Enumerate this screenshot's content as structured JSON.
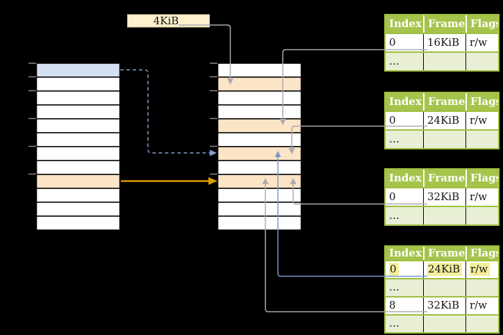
{
  "colors": {
    "green": "#9fbe3d",
    "green_header": "#a5c44c",
    "green_light": "#e8efd5",
    "hl_yellow": "#f5ee9c",
    "cream": "#fdf1ce",
    "cream_border": "#d9c89e",
    "mem_blue": "#d2e0f2",
    "mem_orange": "#fce4c7",
    "mem_white": "#ffffff",
    "arrow_gray": "#ababaf",
    "arrow_blue": "#7b99c8",
    "arrow_blue_dashed": "#84a1d1",
    "arrow_orange": "#dd9d00",
    "tick_gray": "#8a8a8a",
    "row_border": "#000000"
  },
  "size_label": {
    "text": "4KiB"
  },
  "memory": {
    "left_rows": [
      "blue",
      "",
      "",
      "",
      "",
      "",
      "",
      "",
      "orange",
      "",
      "",
      ""
    ],
    "middle_rows": [
      "",
      "orange",
      "",
      "",
      "orange",
      "",
      "orange",
      "",
      "orange",
      "",
      "",
      ""
    ]
  },
  "page_tables": [
    {
      "headers": [
        "Index",
        "Frame",
        "Flags"
      ],
      "rows": [
        {
          "index": "0",
          "frame": "16KiB",
          "flags": "r/w"
        },
        {
          "index": "…",
          "frame": "",
          "flags": ""
        }
      ]
    },
    {
      "headers": [
        "Index",
        "Frame",
        "Flags"
      ],
      "rows": [
        {
          "index": "0",
          "frame": "24KiB",
          "flags": "r/w"
        },
        {
          "index": "…",
          "frame": "",
          "flags": ""
        }
      ]
    },
    {
      "headers": [
        "Index",
        "Frame",
        "Flags"
      ],
      "rows": [
        {
          "index": "0",
          "frame": "32KiB",
          "flags": "r/w"
        },
        {
          "index": "…",
          "frame": "",
          "flags": ""
        }
      ]
    },
    {
      "headers": [
        "Index",
        "Frame",
        "Flags"
      ],
      "rows": [
        {
          "index": "0",
          "frame": "24KiB",
          "flags": "r/w"
        },
        {
          "index": "…",
          "frame": "",
          "flags": ""
        },
        {
          "index": "8",
          "frame": "32KiB",
          "flags": "r/w"
        },
        {
          "index": "…",
          "frame": "",
          "flags": ""
        }
      ]
    }
  ]
}
